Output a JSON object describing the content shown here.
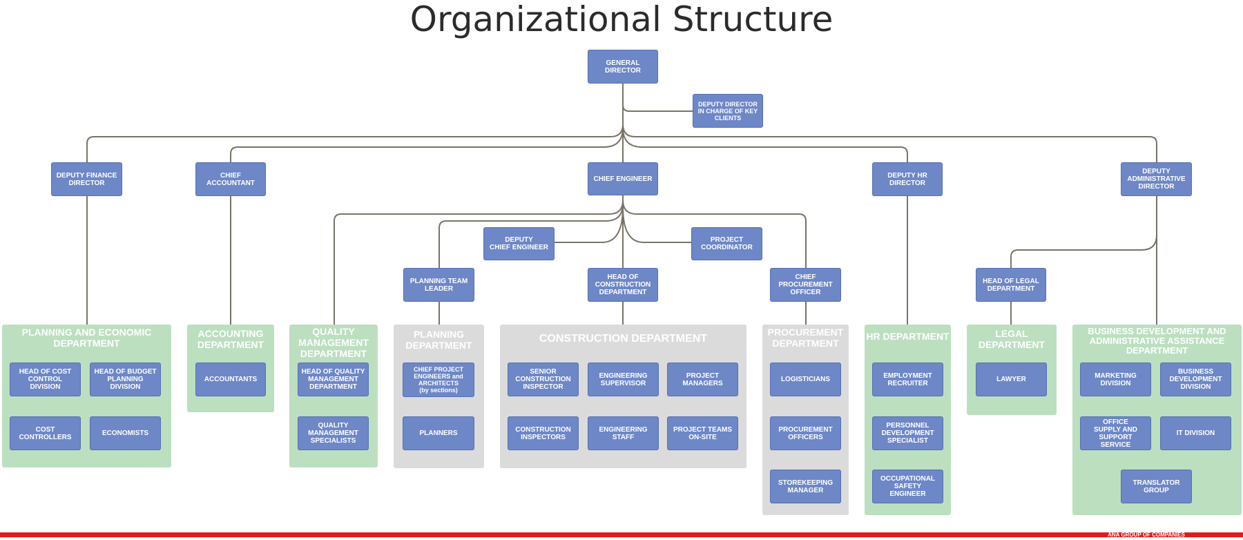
{
  "title": "Organizational Structure",
  "footer": "ANA GROUP OF COMPANIES",
  "colors": {
    "box": "#6d87c7",
    "line": "#777366",
    "dept_green": "#bcdfc0",
    "dept_grey": "#dcdbdb",
    "footer": "#e21a1a"
  },
  "top": {
    "general_director": "GENERAL\nDIRECTOR",
    "deputy_key_clients": "DEPUTY DIRECTOR\nIN CHARGE OF KEY\nCLIENTS"
  },
  "level2": {
    "deputy_finance": "DEPUTY FINANCE\nDIRECTOR",
    "chief_accountant": "CHIEF ACCOUNTANT",
    "chief_engineer": "CHIEF ENGINEER",
    "deputy_hr": "DEPUTY HR\nDIRECTOR",
    "deputy_admin": "DEPUTY\nADMINISTRATIVE\nDIRECTOR"
  },
  "engineering": {
    "deputy_chief_engineer": "DEPUTY\nCHIEF ENGINEER",
    "project_coordinator": "PROJECT\nCOORDINATOR",
    "planning_team_leader": "PLANNING TEAM\nLEADER",
    "head_construction": "HEAD OF\nCONSTRUCTION\nDEPARTMENT",
    "chief_procurement": "CHIEF\nPROCUREMENT\nOFFICER"
  },
  "admin": {
    "head_legal": "HEAD OF LEGAL\nDEPARTMENT"
  },
  "departments": {
    "planning_economic": {
      "title": "PLANNING AND ECONOMIC\nDEPARTMENT",
      "head_cost": "HEAD OF COST\nCONTROL\nDIVISION",
      "head_budget": "HEAD OF BUDGET\nPLANNING\nDIVISION",
      "cost_controllers": "COST\nCONTROLLERS",
      "economists": "ECONOMISTS"
    },
    "accounting": {
      "title": "ACCOUNTING\nDEPARTMENT",
      "accountants": "ACCOUNTANTS"
    },
    "quality": {
      "title": "QUALITY\nMANAGEMENT\nDEPARTMENT",
      "head": "HEAD OF QUALITY\nMANAGEMENT\nDEPARTMENT",
      "specialists": "QUALITY\nMANAGEMENT\nSPECIALISTS"
    },
    "planning": {
      "title": "PLANNING\nDEPARTMENT",
      "chief_engineers": "CHIEF PROJECT\nENGINEERS and\nARCHITECTS",
      "chief_engineers_note": "(by sections)",
      "planners": "PLANNERS"
    },
    "construction": {
      "title": "CONSTRUCTION DEPARTMENT",
      "senior_inspector": "SENIOR\nCONSTRUCTION\nINSPECTOR",
      "engineering_supervisor": "ENGINEERING\nSUPERVISOR",
      "project_managers": "PROJECT\nMANAGERS",
      "inspectors": "CONSTRUCTION\nINSPECTORS",
      "engineering_staff": "ENGINEERING\nSTAFF",
      "project_teams": "PROJECT TEAMS\nON-SITE"
    },
    "procurement": {
      "title": "PROCUREMENT\nDEPARTMENT",
      "logisticians": "LOGISTICIANS",
      "officers": "PROCUREMENT\nOFFICERS",
      "storekeeping": "STOREKEEPING\nMANAGER"
    },
    "hr": {
      "title": "HR DEPARTMENT",
      "recruiter": "EMPLOYMENT\nRECRUITER",
      "personnel_dev": "PERSONNEL\nDEVELOPMENT\nSPECIALIST",
      "safety": "OCCUPATIONAL\nSAFETY ENGINEER"
    },
    "legal": {
      "title": "LEGAL\nDEPARTMENT",
      "lawyer": "LAWYER"
    },
    "business": {
      "title": "BUSINESS DEVELOPMENT AND\nADMINISTRATIVE ASSISTANCE\nDEPARTMENT",
      "marketing": "MARKETING\nDIVISION",
      "bizdev": "BUSINESS\nDEVELOPMENT\nDIVISION",
      "office_supply": "OFFICE\nSUPPLY AND\nSUPPORT SERVICE",
      "it": "IT DIVISION",
      "translator": "TRANSLATOR\nGROUP"
    }
  }
}
